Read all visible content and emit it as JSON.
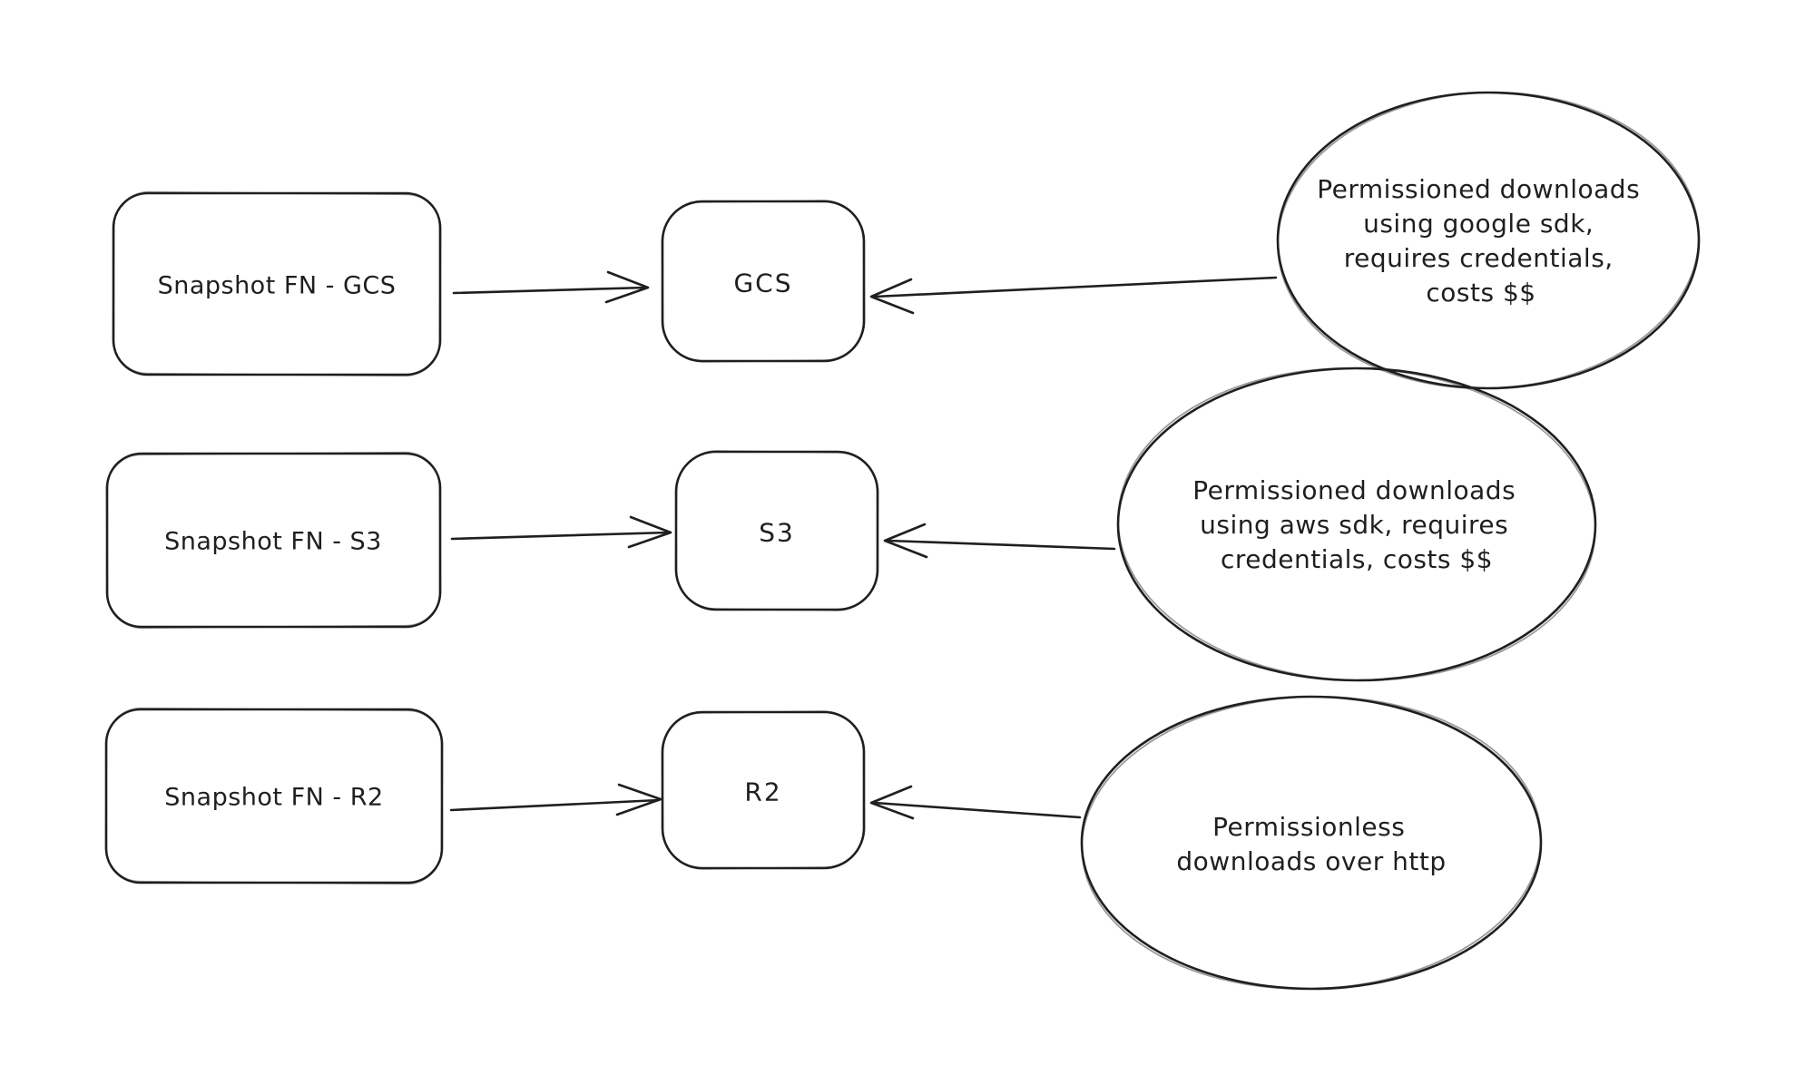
{
  "canvas": {
    "background_color": "#ffffff",
    "ink_color": "#1f1f1f"
  },
  "nodes": {
    "sources": [
      {
        "label": "Snapshot FN - GCS"
      },
      {
        "label": "Snapshot FN - S3"
      },
      {
        "label": "Snapshot FN - R2"
      }
    ],
    "targets": [
      {
        "label": "GCS"
      },
      {
        "label": "S3"
      },
      {
        "label": "R2"
      }
    ],
    "annotations": [
      {
        "lines": [
          "Permissioned downloads",
          "using google sdk,",
          "requires credentials,",
          "costs $$"
        ]
      },
      {
        "lines": [
          "Permissioned downloads",
          "using aws sdk, requires",
          "credentials, costs $$"
        ]
      },
      {
        "lines": [
          "Permissionless",
          "downloads over http"
        ]
      }
    ]
  }
}
